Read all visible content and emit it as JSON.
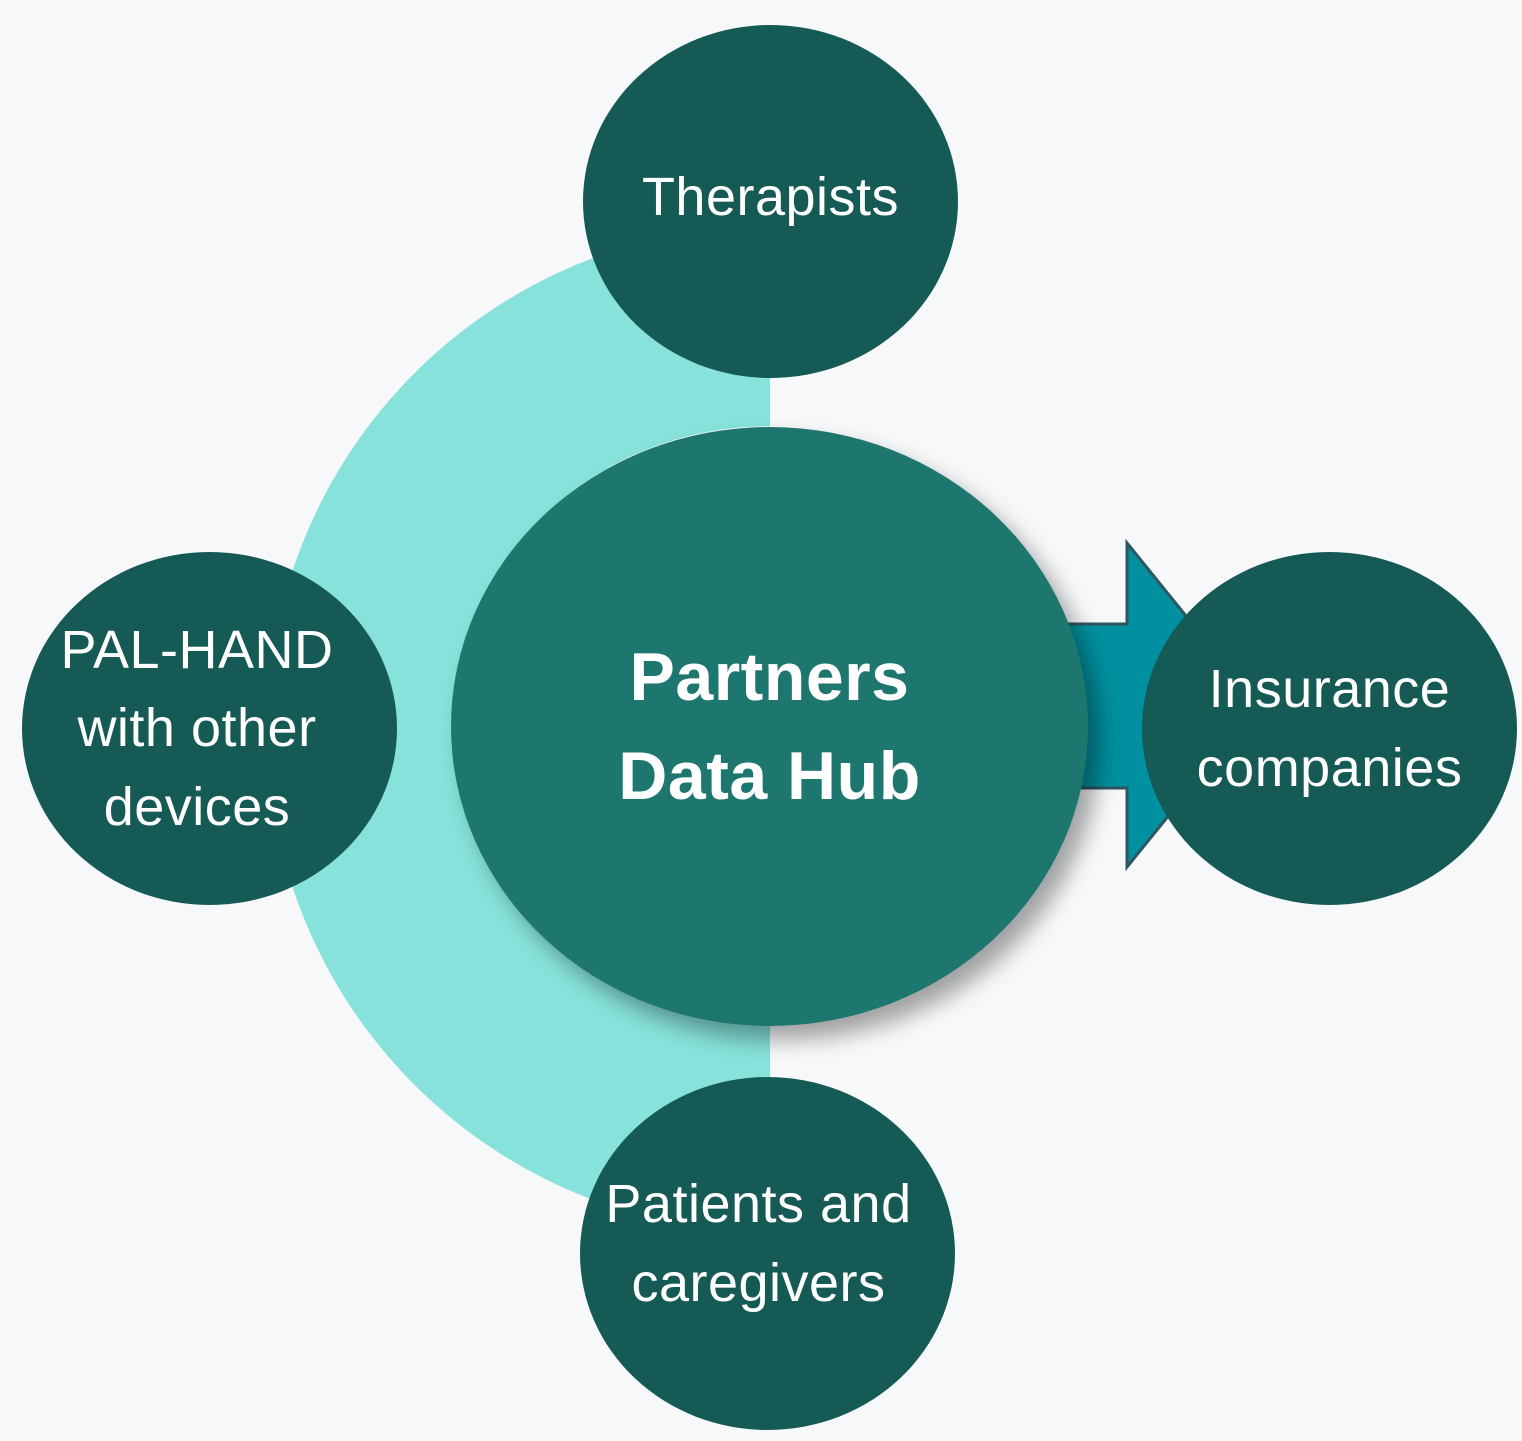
{
  "diagram": {
    "hub": {
      "label": "Partners\nData Hub"
    },
    "nodes": {
      "therapists": "Therapists",
      "palhand": "PAL-HAND\nwith other\ndevices",
      "insurance": "Insurance\ncompanies",
      "patients": "Patients and\ncaregivers"
    },
    "colors": {
      "background": "#f6f8fa",
      "arc": "#86e2da",
      "hub": "#1d776f",
      "node": "#165a55",
      "arrow": "#00909f",
      "text": "#ffffff"
    }
  }
}
